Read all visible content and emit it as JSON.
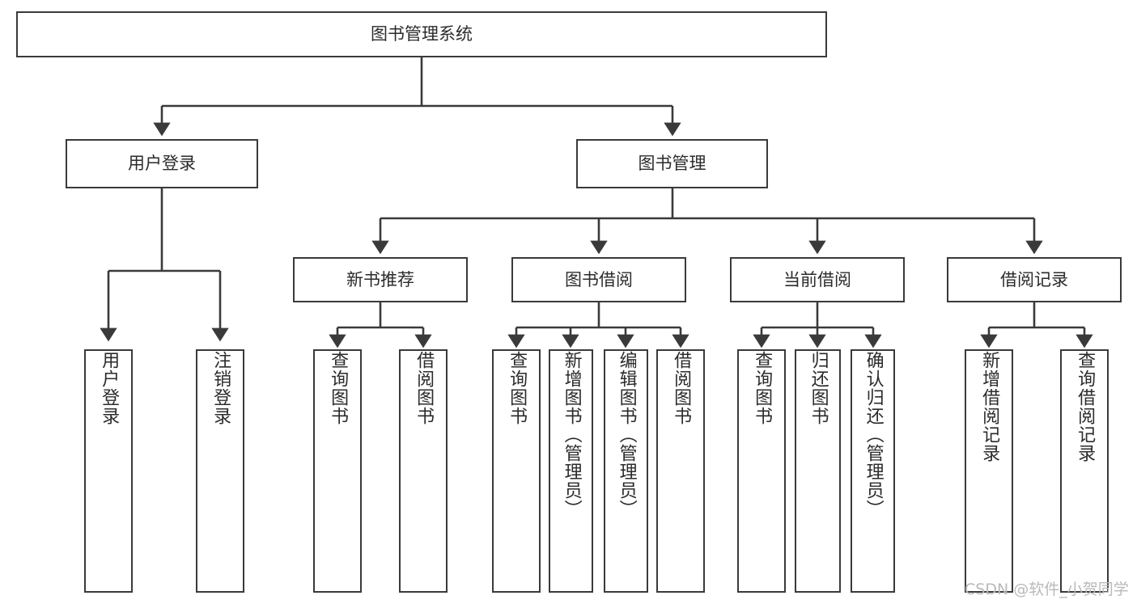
{
  "diagram": {
    "title": "图书管理系统",
    "type": "tree-structure-chart",
    "orientation": "top-down",
    "style": {
      "box_fill": "#ffffff",
      "box_stroke": "#3a3a3a",
      "text_color": "#2b2b2b",
      "connector_color": "#3a3a3a",
      "background": "#ffffff"
    },
    "levels": [
      {
        "level": 1,
        "nodes": [
          {
            "id": "root",
            "label": "图书管理系统",
            "text_direction": "horizontal"
          }
        ]
      },
      {
        "level": 2,
        "nodes": [
          {
            "id": "login",
            "label": "用户登录",
            "text_direction": "horizontal",
            "parent": "root"
          },
          {
            "id": "bookmgmt",
            "label": "图书管理",
            "text_direction": "horizontal",
            "parent": "root"
          }
        ]
      },
      {
        "level": 3,
        "nodes": [
          {
            "id": "newbook",
            "label": "新书推荐",
            "text_direction": "horizontal",
            "parent": "bookmgmt"
          },
          {
            "id": "borrow",
            "label": "图书借阅",
            "text_direction": "horizontal",
            "parent": "bookmgmt"
          },
          {
            "id": "current",
            "label": "当前借阅",
            "text_direction": "horizontal",
            "parent": "bookmgmt"
          },
          {
            "id": "records",
            "label": "借阅记录",
            "text_direction": "horizontal",
            "parent": "bookmgmt"
          }
        ]
      },
      {
        "level": 4,
        "nodes": [
          {
            "id": "leaf-user-login",
            "label": "用户登录",
            "text_direction": "vertical",
            "parent": "login"
          },
          {
            "id": "leaf-user-logout",
            "label": "注销登录",
            "text_direction": "vertical",
            "parent": "login"
          },
          {
            "id": "leaf-query-book-1",
            "label": "查询图书",
            "text_direction": "vertical",
            "parent": "newbook"
          },
          {
            "id": "leaf-borrow-book-1",
            "label": "借阅图书",
            "text_direction": "vertical",
            "parent": "newbook"
          },
          {
            "id": "leaf-query-book-2",
            "label": "查询图书",
            "text_direction": "vertical",
            "parent": "borrow"
          },
          {
            "id": "leaf-add-book",
            "label": "新增图书（管理员）",
            "text_direction": "vertical",
            "parent": "borrow"
          },
          {
            "id": "leaf-edit-book",
            "label": "编辑图书（管理员）",
            "text_direction": "vertical",
            "parent": "borrow"
          },
          {
            "id": "leaf-borrow-book-2",
            "label": "借阅图书",
            "text_direction": "vertical",
            "parent": "borrow"
          },
          {
            "id": "leaf-query-book-3",
            "label": "查询图书",
            "text_direction": "vertical",
            "parent": "current"
          },
          {
            "id": "leaf-return-book",
            "label": "归还图书",
            "text_direction": "vertical",
            "parent": "current"
          },
          {
            "id": "leaf-confirm-return",
            "label": "确认归还（管理员）",
            "text_direction": "vertical",
            "parent": "current"
          },
          {
            "id": "leaf-add-record",
            "label": "新增借阅记录",
            "text_direction": "vertical",
            "parent": "records"
          },
          {
            "id": "leaf-query-record",
            "label": "查询借阅记录",
            "text_direction": "vertical",
            "parent": "records"
          }
        ]
      }
    ]
  },
  "watermark": {
    "text": "CSDN @软件_小贺同学"
  }
}
